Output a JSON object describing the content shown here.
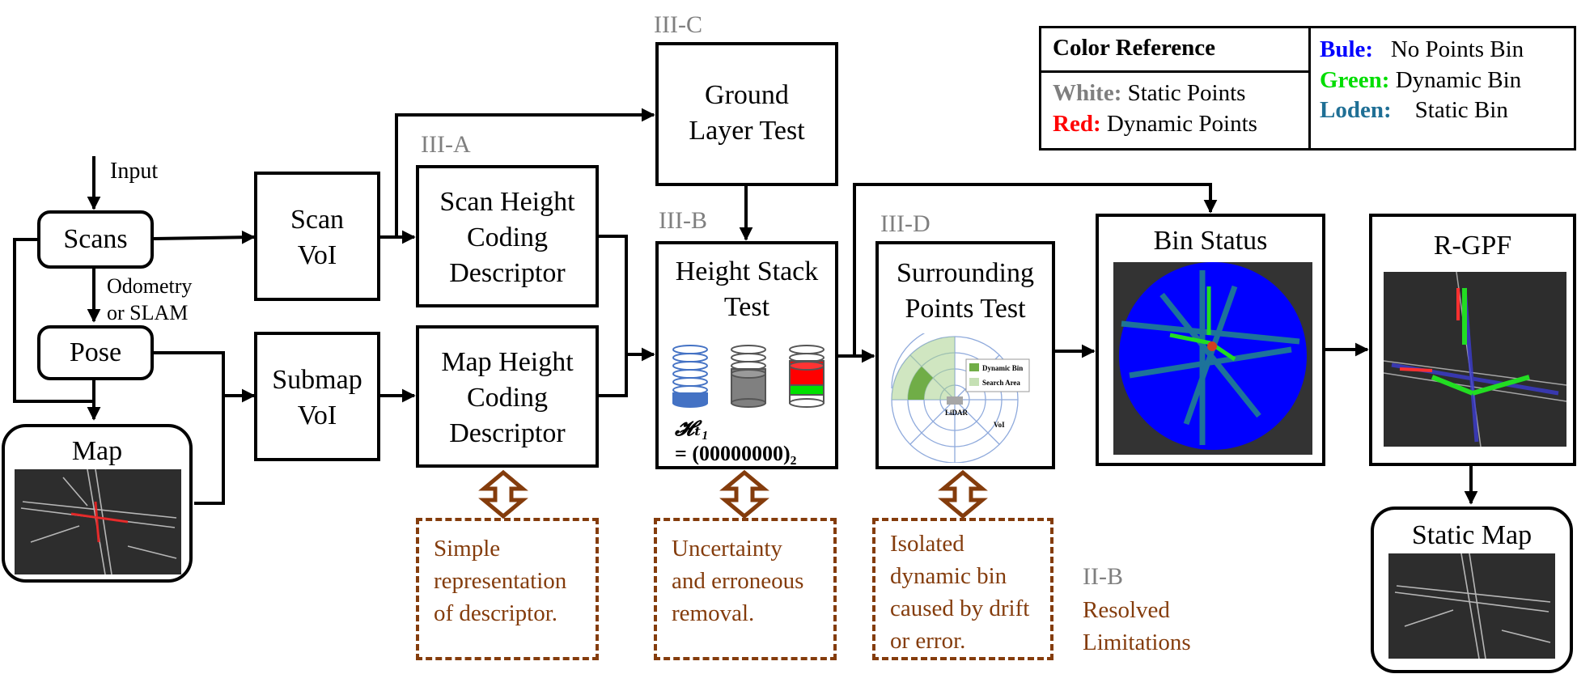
{
  "tags": {
    "a": "III-A",
    "b": "III-B",
    "c": "III-C",
    "d": "III-D",
    "iib": "II-B"
  },
  "nodes": {
    "input": "Input",
    "scans": "Scans",
    "odometry": [
      "Odometry",
      "or SLAM"
    ],
    "pose": "Pose",
    "map": "Map",
    "scan_voi": [
      "Scan",
      "VoI"
    ],
    "submap_voi": [
      "Submap",
      "VoI"
    ],
    "scan_desc": [
      "Scan Height",
      "Coding",
      "Descriptor"
    ],
    "map_desc": [
      "Map Height",
      "Coding",
      "Descriptor"
    ],
    "ground": [
      "Ground",
      "Layer Test"
    ],
    "height_stack": [
      "Height Stack",
      "Test"
    ],
    "formula": [
      "𝓗ₜ₁",
      "= (00000000)₂"
    ],
    "surrounding": [
      "Surrounding",
      "Points Test"
    ],
    "bin_status": "Bin Status",
    "rgpf": "R-GPF",
    "static_map": "Static Map"
  },
  "inset": {
    "dynamic_bin": "Dynamic Bin",
    "search_area": "Search Area",
    "lidar": "LiDAR",
    "voi": "VoI"
  },
  "notes": {
    "n1": [
      "Simple",
      "representation",
      "of descriptor."
    ],
    "n2": [
      "Uncertainty",
      "and erroneous",
      "removal."
    ],
    "n3": [
      "Isolated",
      "dynamic bin",
      "caused by drift",
      "or error."
    ]
  },
  "resolved": [
    "Resolved",
    "Limitations"
  ],
  "legend": {
    "title": "Color Reference",
    "left": [
      {
        "key": "White:",
        "value": "Static Points",
        "color": "#7f7f7f"
      },
      {
        "key": "Red:",
        "value": "Dynamic Points",
        "color": "#ff0000"
      }
    ],
    "right": [
      {
        "key": "Bule:",
        "value": "No Points Bin",
        "color": "#0000ff"
      },
      {
        "key": "Green:",
        "value": "Dynamic Bin",
        "color": "#00dd00"
      },
      {
        "key": "Loden:",
        "value": "Static Bin",
        "color": "#1f6f95"
      }
    ]
  },
  "colors": {
    "tag": "#7f7f7f",
    "note": "#843c0c",
    "bin_blue": "#0000ff",
    "stack_blue": "#4472c4",
    "stack_gray": "#808080",
    "stack_red": "#ff0000",
    "stack_green": "#00e000"
  }
}
